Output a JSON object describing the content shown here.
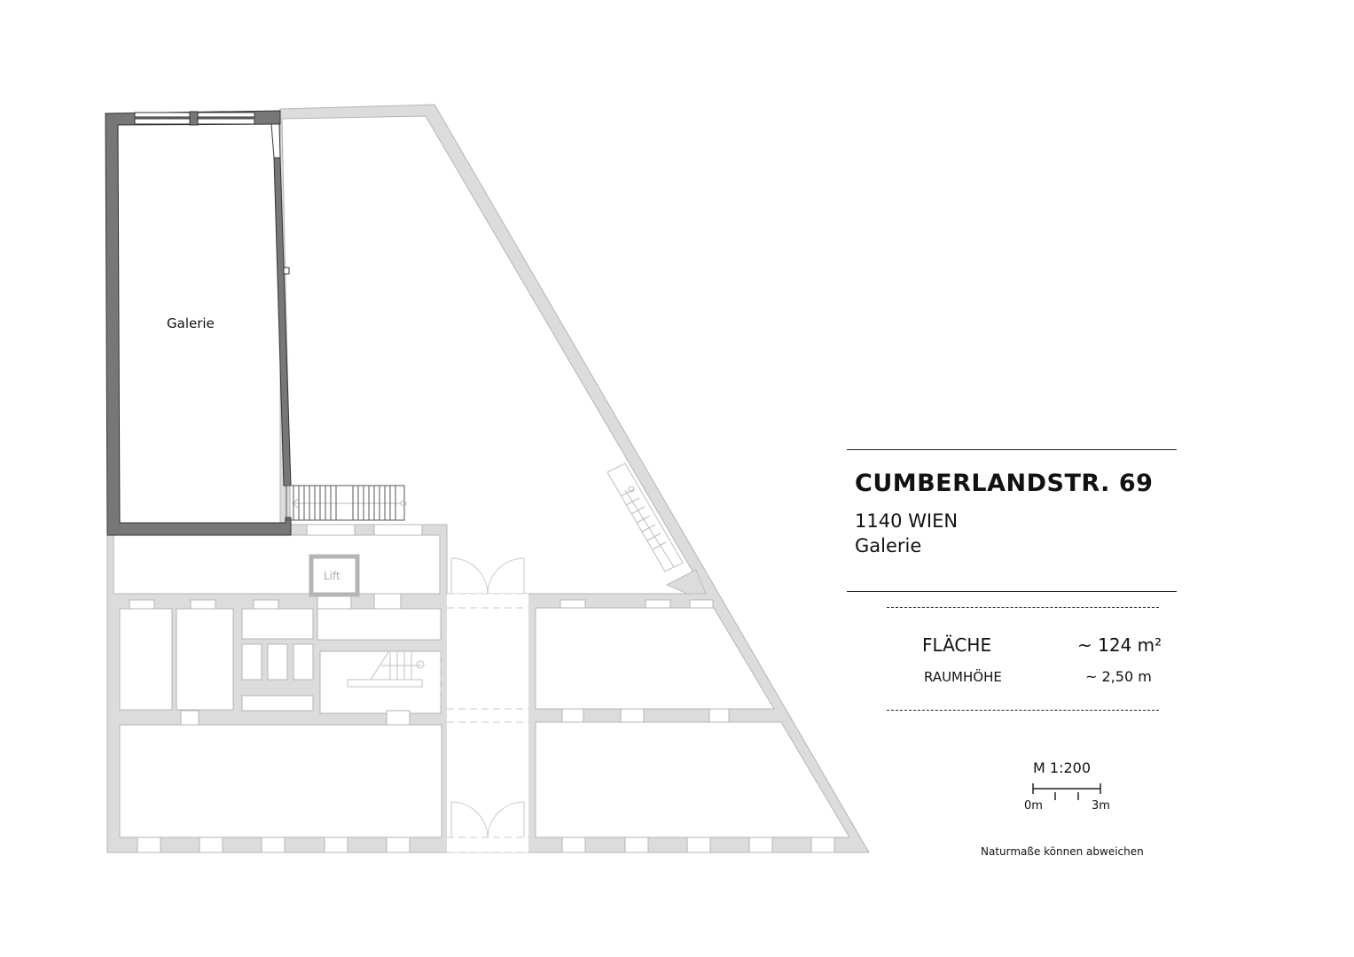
{
  "plan": {
    "room_label": "Galerie",
    "lift_label": "Lift"
  },
  "info": {
    "title": "CUMBERLANDSTR. 69",
    "city": "1140 WIEN",
    "unit": "Galerie",
    "area_label": "FLÄCHE",
    "area_value": "~ 124 m²",
    "height_label": "RAUMHÖHE",
    "height_value": "~ 2,50 m",
    "scale_label": "M 1:200",
    "scale_start": "0m",
    "scale_end": "3m",
    "disclaimer": "Naturmaße können abweichen"
  },
  "colors": {
    "highlight_wall": "#777777",
    "wall": "#dcdcdc",
    "wall_stroke": "#b5b5b5"
  }
}
